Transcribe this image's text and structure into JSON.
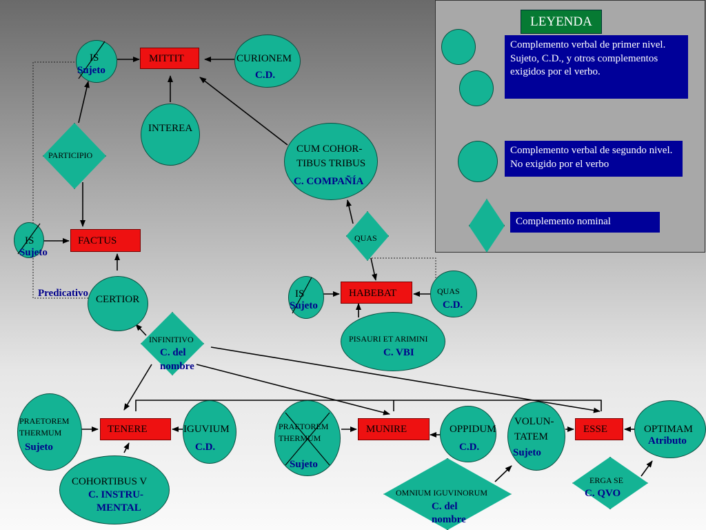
{
  "legend": {
    "title": "LEYENDA",
    "items": [
      "Complemento verbal de primer nivel. Sujeto, C.D., y otros complementos exigidos por el verbo.",
      "Complemento verbal de segundo nivel. No exigido por el verbo",
      "Complemento nominal"
    ]
  },
  "nodes": {
    "is1": {
      "label": "IS",
      "role": "Sujeto"
    },
    "mittit": {
      "label": "MITTIT"
    },
    "curionem": {
      "label": "CURIONEM",
      "role": "C.D."
    },
    "interea": {
      "label": "INTEREA"
    },
    "participio": {
      "label": "PARTICIPIO"
    },
    "cum": {
      "label_line1": "CUM COHOR-",
      "label_line2": "TIBUS TRIBUS",
      "role": "C. COMPAÑÍA"
    },
    "is2": {
      "label": "IS",
      "role": "Sujeto"
    },
    "factus": {
      "label": "FACTUS"
    },
    "quas1": {
      "label": "QUAS"
    },
    "predicativo": {
      "label": "Predicativo"
    },
    "certior": {
      "label": "CERTIOR"
    },
    "is3": {
      "label": "IS",
      "role": "Sujeto"
    },
    "habebat": {
      "label": "HABEBAT"
    },
    "quas2": {
      "label": "QUAS",
      "role": "C.D."
    },
    "infinitivo": {
      "label": "INFINITIVO",
      "role_line1": "C. del",
      "role_line2": "nombre"
    },
    "pisauri": {
      "label": "PISAURI ET ARIMINI",
      "role": "C. VBI"
    },
    "praetorem1": {
      "label_line1": "PRAETOREM",
      "label_line2": "THERMUM",
      "role": "Sujeto"
    },
    "tenere": {
      "label": "TENERE"
    },
    "iguvium": {
      "label": "IGUVIUM",
      "role": "C.D."
    },
    "praetorem2": {
      "label_line1": "PRAETOREM",
      "label_line2": "THERMUM",
      "role": "Sujeto"
    },
    "munire": {
      "label": "MUNIRE"
    },
    "oppidum": {
      "label": "OPPIDUM",
      "role": "C.D."
    },
    "voluntatem": {
      "label_line1": "VOLUN-",
      "label_line2": "TATEM",
      "role": "Sujeto"
    },
    "esse": {
      "label": "ESSE"
    },
    "optimam": {
      "label": "OPTIMAM",
      "role": "Atributo"
    },
    "cohortibus": {
      "label": "COHORTIBUS V",
      "role_line1": "C. INSTRU-",
      "role_line2": "MENTAL"
    },
    "omnium": {
      "label": "OMNIUM IGUVINORUM",
      "role_line1": "C. del",
      "role_line2": "nombre"
    },
    "erga": {
      "label": "ERGA SE",
      "role": "C. QVO"
    }
  },
  "colors": {
    "node_fill": "#14b394",
    "verb_fill": "#ee1111",
    "legend_box": "#000099",
    "legend_title": "#067a33",
    "role_text": "#00008b"
  }
}
